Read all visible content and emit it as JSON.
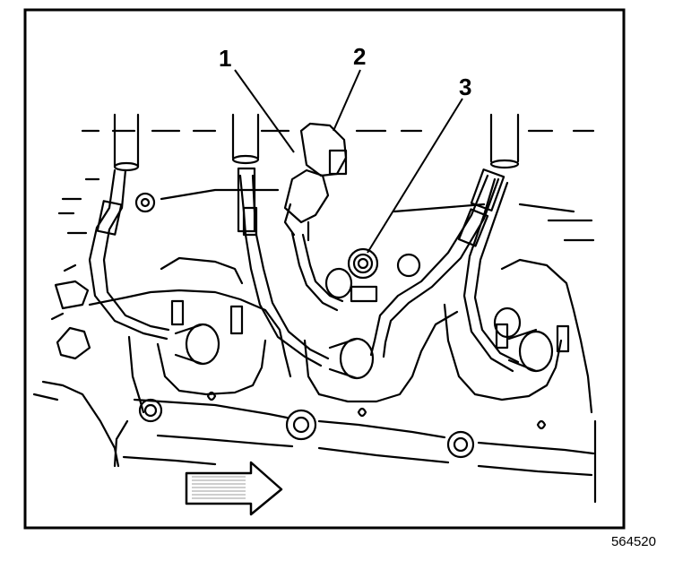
{
  "figure": {
    "callouts": [
      {
        "number": "1",
        "target": "connector"
      },
      {
        "number": "2",
        "target": "connector-housing"
      },
      {
        "number": "3",
        "target": "spark-plug-boot"
      }
    ],
    "figure_id": "564520",
    "icons": [
      "engine-illustration",
      "direction-arrow-icon"
    ]
  }
}
